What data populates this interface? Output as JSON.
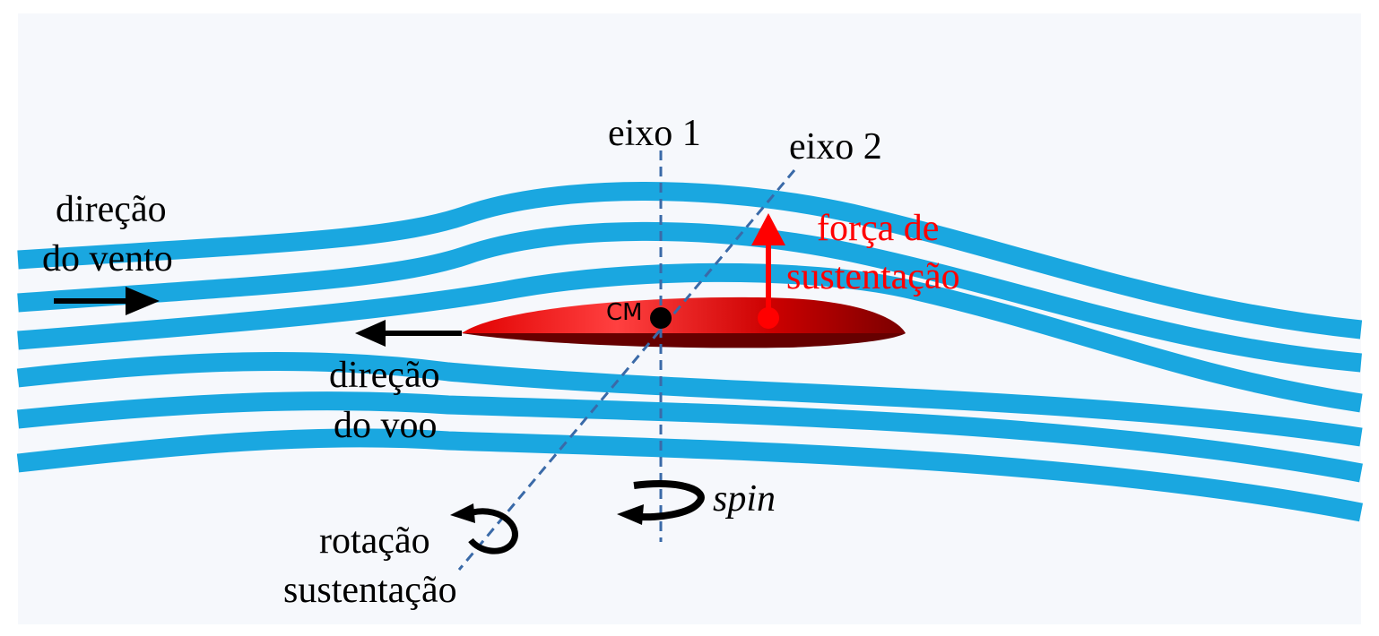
{
  "labels": {
    "axis1": "eixo 1",
    "axis2": "eixo 2",
    "wind_direction_line1": "direção",
    "wind_direction_line2": "do vento",
    "lift_force_line1": "força de",
    "lift_force_line2": "sustentação",
    "flight_direction_line1": "direção",
    "flight_direction_line2": "do voo",
    "center_of_mass": "CM",
    "spin": "spin",
    "lift_rotation_line1": "rotação",
    "lift_rotation_line2": "sustentação"
  },
  "colors": {
    "background": "#f6f8fc",
    "streamline": "#1aa7e0",
    "wing": "#c00000",
    "lift_force": "#ff0000",
    "axis": "#3a6aa8"
  }
}
